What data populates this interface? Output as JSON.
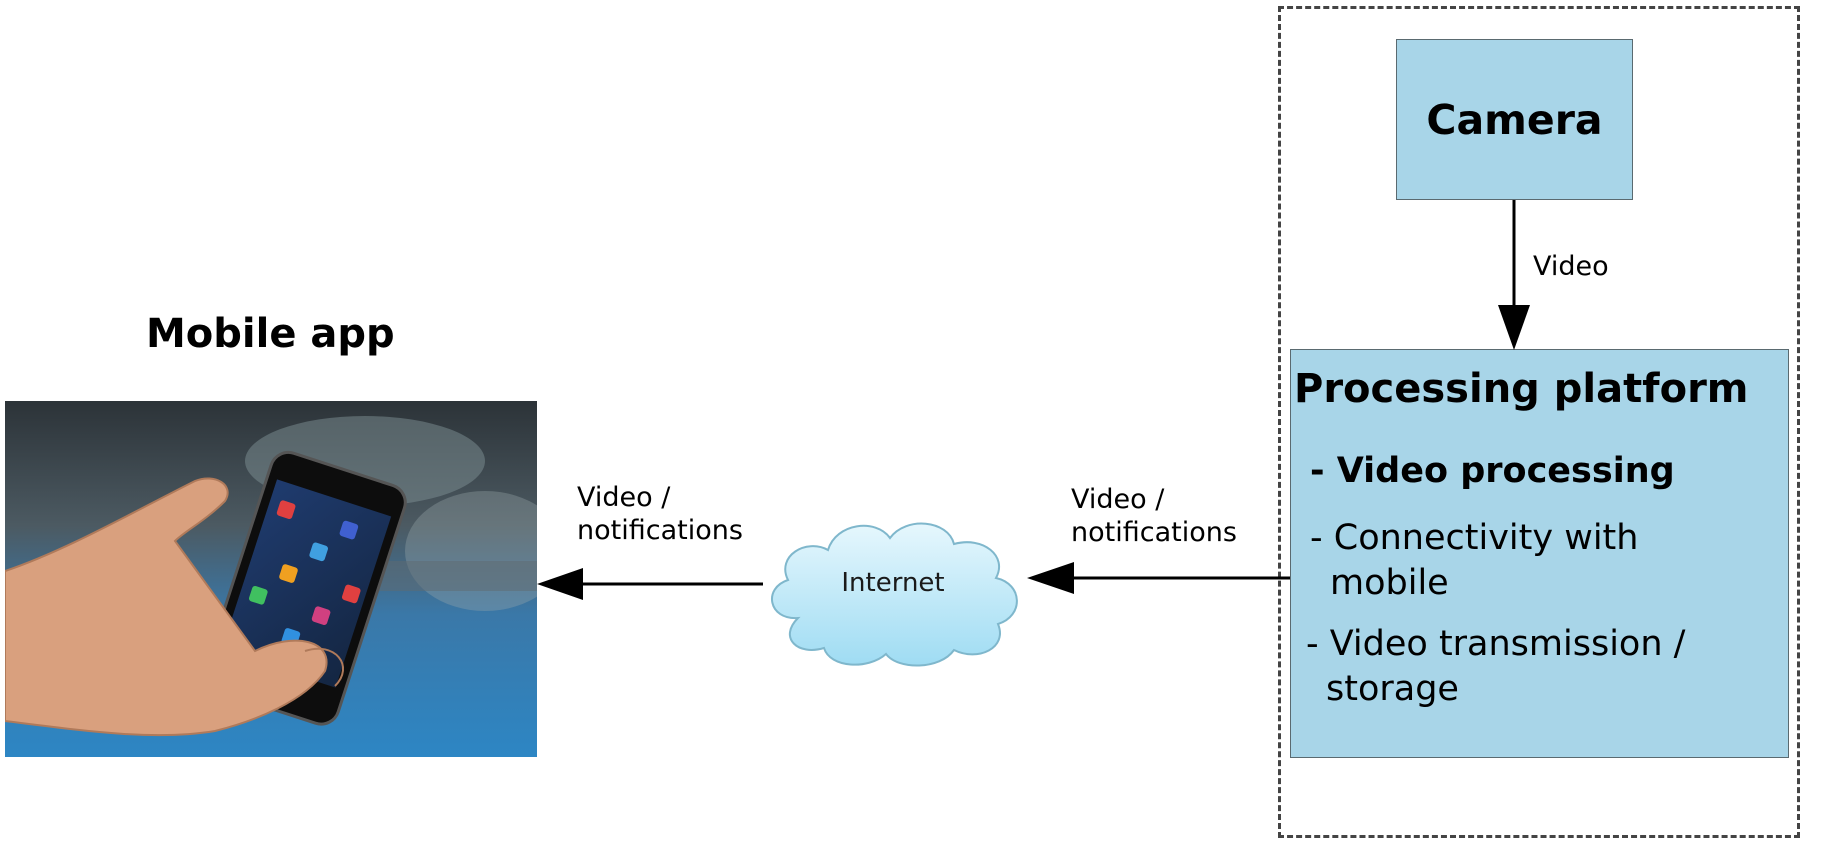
{
  "nodes": {
    "camera": {
      "label": "Camera"
    },
    "processing_platform": {
      "title": "Processing platform",
      "items": [
        {
          "text": "- Video processing"
        },
        {
          "line1": "- Connectivity with",
          "line2": "mobile"
        },
        {
          "line1": "- Video transmission /",
          "line2": "storage"
        }
      ]
    },
    "internet": {
      "label": "Internet"
    },
    "mobile_app": {
      "title": "Mobile app",
      "image": "smartphone-in-hand-photo"
    }
  },
  "edges": [
    {
      "from": "camera",
      "to": "processing_platform",
      "label": "Video"
    },
    {
      "from": "processing_platform",
      "to": "internet",
      "line1": "Video /",
      "line2": "notifications"
    },
    {
      "from": "internet",
      "to": "mobile_app",
      "line1": "Video /",
      "line2": "notifications"
    }
  ],
  "colors": {
    "box_fill": "#a8d5e8",
    "box_border": "#5a6a70",
    "dashed_border": "#444444",
    "cloud_fill": "#bfe8f7",
    "arrow": "#000000"
  }
}
